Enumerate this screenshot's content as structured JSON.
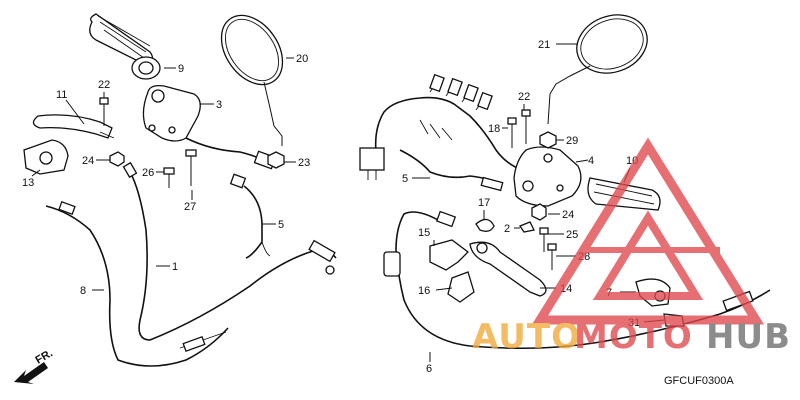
{
  "diagram": {
    "code": "GFCUF0300A",
    "direction_label": "FR.",
    "callouts": [
      "1",
      "2",
      "3",
      "4",
      "5",
      "5",
      "6",
      "7",
      "8",
      "9",
      "10",
      "11",
      "13",
      "14",
      "15",
      "16",
      "17",
      "18",
      "20",
      "21",
      "22",
      "22",
      "23",
      "24",
      "24",
      "25",
      "26",
      "27",
      "28",
      "29",
      "31"
    ]
  },
  "watermark": {
    "part1": "AUTO",
    "part2": "MOTO",
    "part3": "HUB",
    "color_orange": "#f2a93b",
    "color_red": "#e0474c",
    "color_gray": "#6d6d6d"
  }
}
